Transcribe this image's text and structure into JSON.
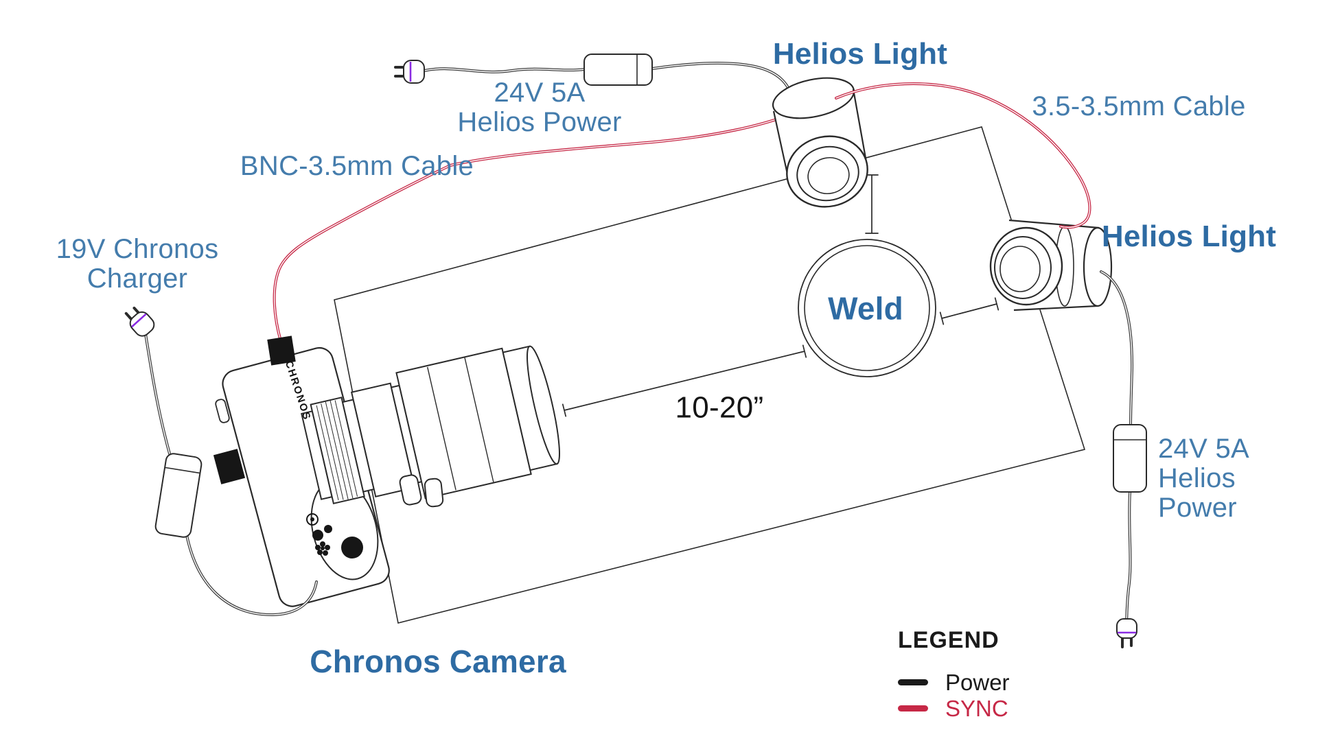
{
  "colors": {
    "label_blue": "#447CAC",
    "title_blue": "#2E6BA3",
    "sync_red": "#C62846",
    "power_black": "#1A1A1A",
    "plug_purple": "#8A2BE2"
  },
  "diagram": {
    "camera": {
      "title": "Chronos Camera",
      "brand": "CHRONOS",
      "charger_label_line1": "19V Chronos",
      "charger_label_line2": "Charger",
      "sync_cable_label": "BNC-3.5mm Cable"
    },
    "lights": {
      "top": {
        "title": "Helios Light",
        "power_label_line1": "24V 5A",
        "power_label_line2": "Helios Power"
      },
      "right": {
        "title": "Helios Light",
        "sync_cable_label": "3.5-3.5mm Cable",
        "power_label_line1": "24V 5A",
        "power_label_line2": "Helios",
        "power_label_line3": "Power"
      }
    },
    "weld": {
      "label": "Weld",
      "camera_distance": "10-20”"
    }
  },
  "legend": {
    "title": "LEGEND",
    "items": [
      {
        "label": "Power",
        "color": "#1A1A1A"
      },
      {
        "label": "SYNC",
        "color": "#C62846"
      }
    ]
  }
}
